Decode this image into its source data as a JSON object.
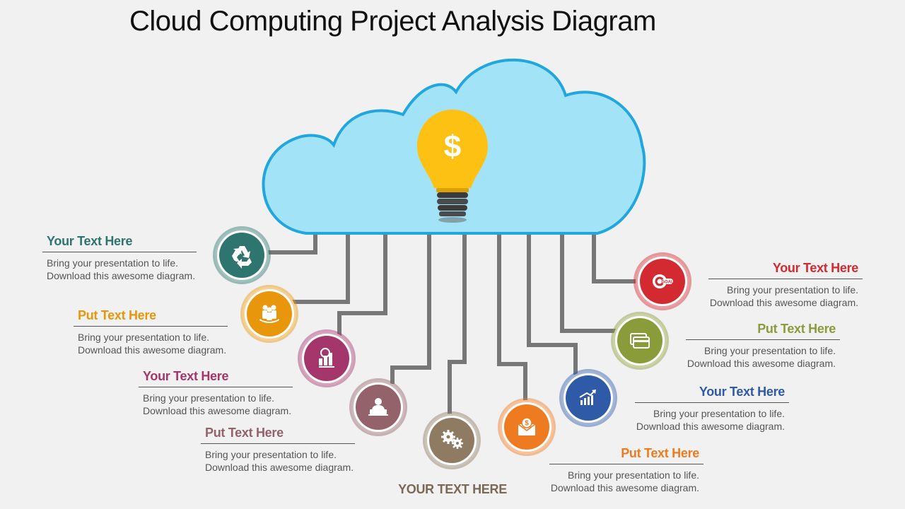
{
  "title": "Cloud Computing Project Analysis Diagram",
  "center_icon": "lightbulb-dollar-icon",
  "center_symbol": "$",
  "bottom_label": "YOUR TEXT HERE",
  "colors": {
    "cloud_fill": "#a3e3f7",
    "cloud_stroke": "#21a6de",
    "connector": "#777777",
    "bulb": "#fdc113"
  },
  "nodes": [
    {
      "id": "teal",
      "icon": "recycle-icon",
      "color": "#2e7570",
      "heading": "Your Text Here",
      "line1": "Bring your presentation to life.",
      "line2": "Download this awesome diagram."
    },
    {
      "id": "amber",
      "icon": "team-icon",
      "color": "#e8970c",
      "heading": "Put Text Here",
      "line1": "Bring your presentation to life.",
      "line2": "Download this awesome diagram."
    },
    {
      "id": "magenta",
      "icon": "chart-money-icon",
      "color": "#a5366c",
      "heading": "Your Text Here",
      "line1": "Bring your presentation to life.",
      "line2": "Download this awesome diagram."
    },
    {
      "id": "mauve",
      "icon": "person-laptop-icon",
      "color": "#93626a",
      "heading": "Put Text Here",
      "line1": "Bring your presentation to life.",
      "line2": "Download this awesome diagram."
    },
    {
      "id": "brown",
      "icon": "gears-icon",
      "color": "#8e7b62"
    },
    {
      "id": "orange",
      "icon": "money-envelope-icon",
      "color": "#ef7b21",
      "heading": "Put Text Here",
      "line1": "Bring your presentation to life.",
      "line2": "Download this awesome diagram."
    },
    {
      "id": "blue",
      "icon": "growth-chart-icon",
      "color": "#2f5aa8",
      "heading": "Your Text Here",
      "line1": "Bring your presentation to life.",
      "line2": "Download this awesome diagram."
    },
    {
      "id": "olive",
      "icon": "cards-icon",
      "color": "#8a9c3a",
      "heading": "Put Text Here",
      "line1": "Bring your presentation to life.",
      "line2": "Download this awesome diagram."
    },
    {
      "id": "red",
      "icon": "goal-target-icon",
      "color": "#d22a30",
      "heading": "Your Text Here",
      "line1": "Bring your presentation to life.",
      "line2": "Download this awesome diagram."
    }
  ]
}
